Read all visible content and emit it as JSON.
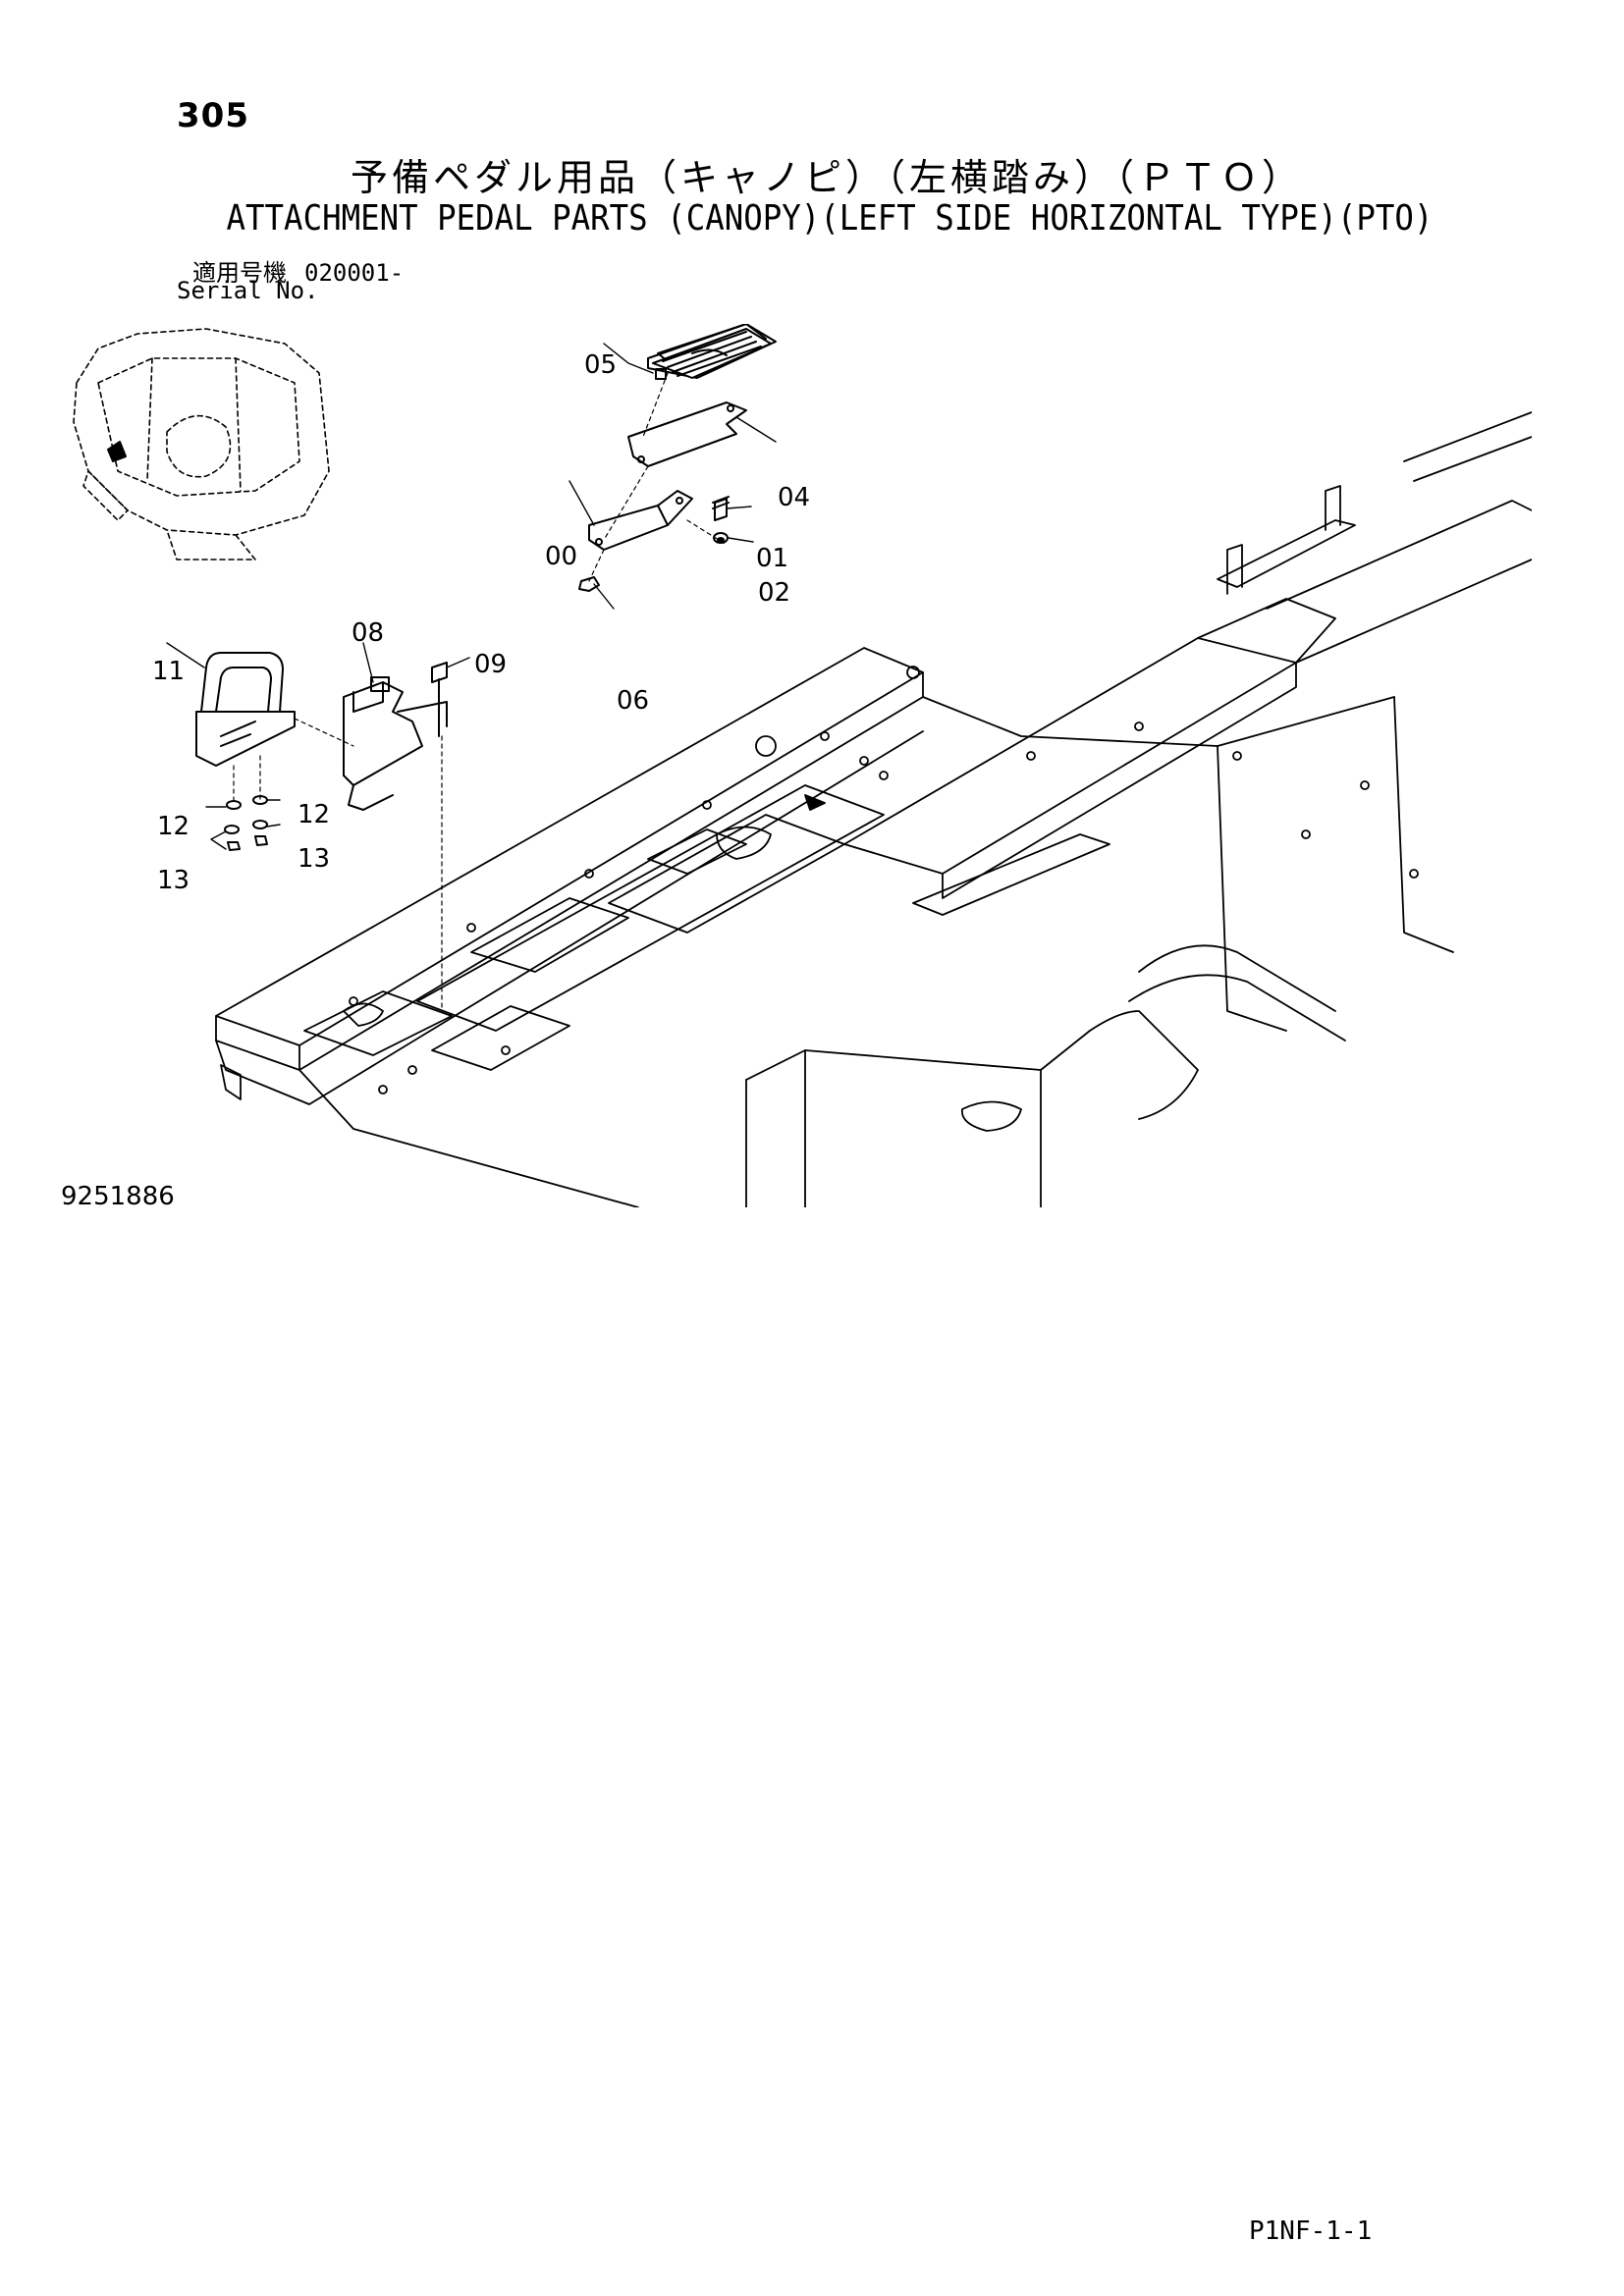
{
  "header": {
    "page_number": "305",
    "title_jp": "予備ペダル用品（キャノピ）（左横踏み）（ＰＴＯ）",
    "title_en": "ATTACHMENT PEDAL PARTS (CANOPY)(LEFT SIDE HORIZONTAL TYPE)(PTO)",
    "serial_label_jp": "適用号機",
    "serial_value": "020001-",
    "serial_label_en": "Serial No."
  },
  "diagram": {
    "callouts": {
      "c00": "00",
      "c01": "01",
      "c02": "02",
      "c04": "04",
      "c05": "05",
      "c06": "06",
      "c08": "08",
      "c09": "09",
      "c11": "11",
      "c12a": "12",
      "c12b": "12",
      "c13a": "13",
      "c13b": "13"
    }
  },
  "footer": {
    "drawing_number": "9251886",
    "page_code": "P1NF-1-1"
  }
}
